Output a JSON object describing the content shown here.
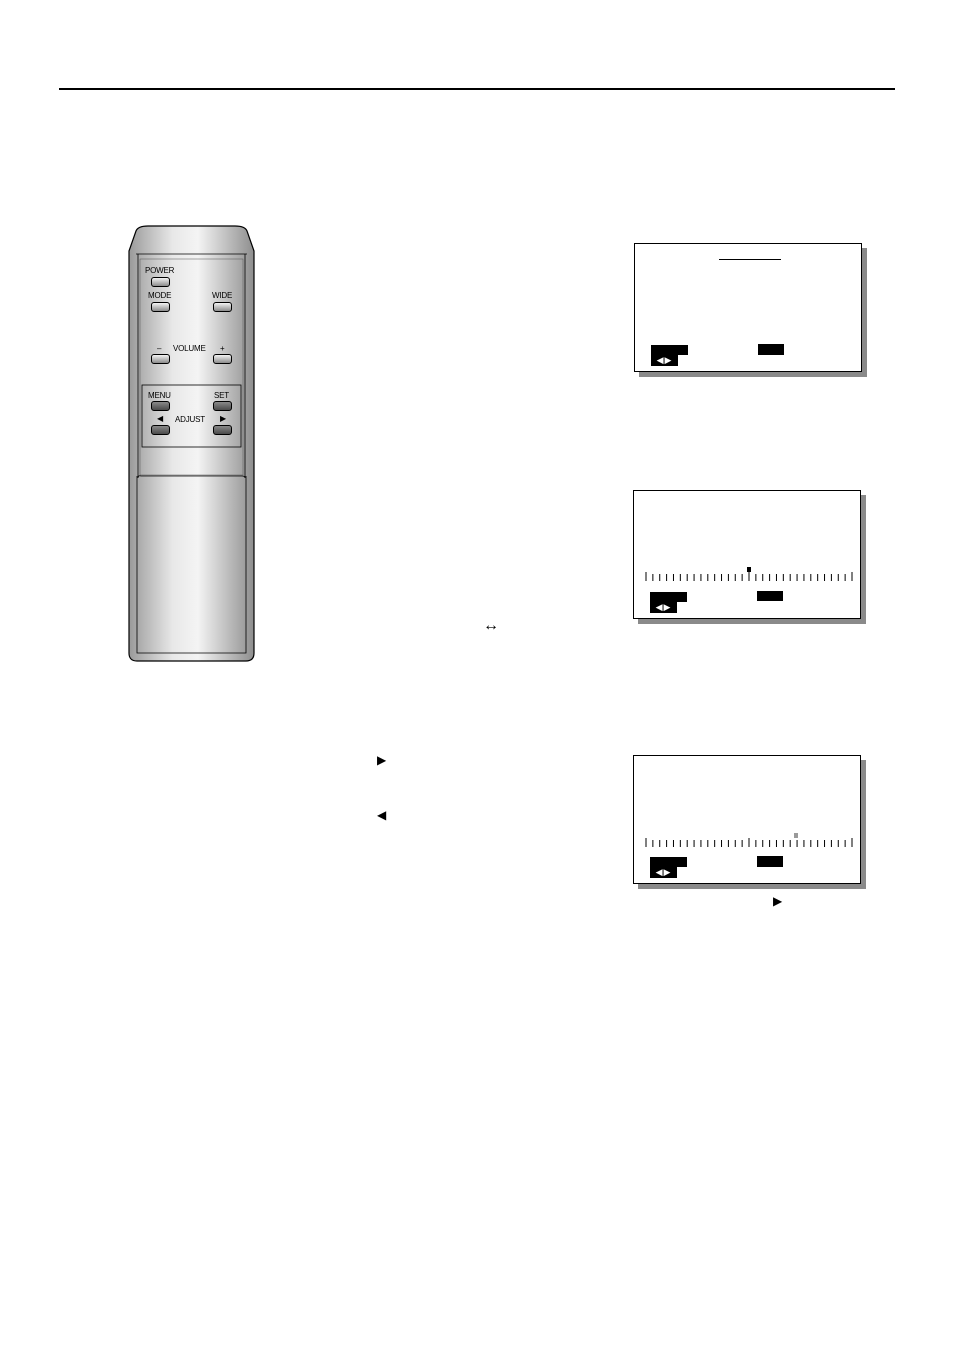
{
  "remote": {
    "buttons": {
      "power": "POWER",
      "mode": "MODE",
      "wide": "WIDE",
      "volume": "VOLUME",
      "vol_minus": "–",
      "vol_plus": "+",
      "menu": "MENU",
      "set": "SET",
      "adjust": "ADJUST",
      "left_arrow": "◀",
      "right_arrow": "▶"
    }
  },
  "screens": {
    "arrows": "◀▶",
    "screen2_marker_fraction": 0.5,
    "screen3_marker_fraction": 0.73
  },
  "glyphs": {
    "double_arrow": "↔",
    "right": "▶",
    "left": "◀"
  }
}
